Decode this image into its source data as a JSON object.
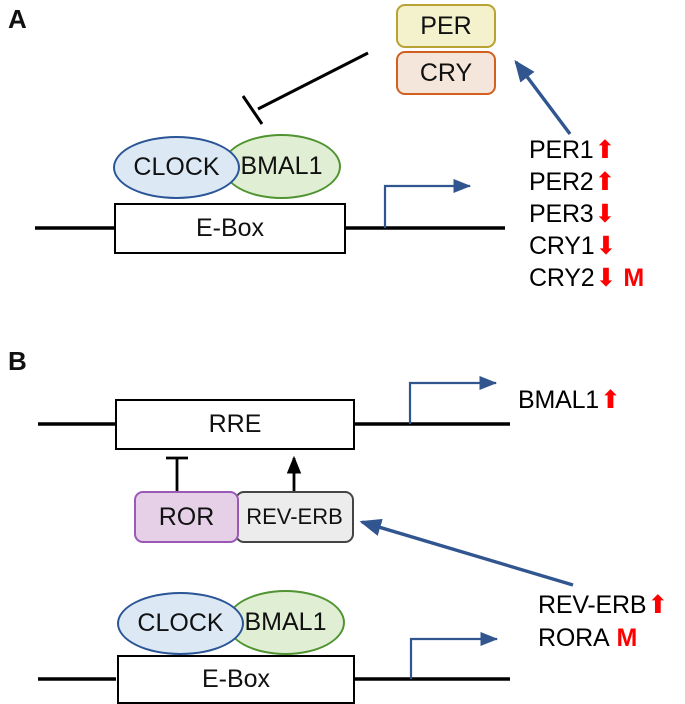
{
  "figure": {
    "type": "circadian-clock-feedback-loop-diagram",
    "panels": [
      {
        "id": "A",
        "label": "A",
        "complexes": [
          {
            "name": "PER",
            "shape": "rounded-rect",
            "fill": "#f4f2cd",
            "stroke": "#b8a233"
          },
          {
            "name": "CRY",
            "shape": "rounded-rect",
            "fill": "#f4e6da",
            "stroke": "#d4601f"
          },
          {
            "name": "CLOCK",
            "shape": "ellipse",
            "fill": "#dce9f5",
            "stroke": "#2a5596"
          },
          {
            "name": "BMAL1",
            "shape": "ellipse",
            "fill": "#e0efd4",
            "stroke": "#4f9430"
          }
        ],
        "dna_element": "E-Box",
        "genes": [
          {
            "name": "PER1",
            "direction": "up",
            "mutation": ""
          },
          {
            "name": "PER2",
            "direction": "up",
            "mutation": ""
          },
          {
            "name": "PER3",
            "direction": "down",
            "mutation": ""
          },
          {
            "name": "CRY1",
            "direction": "down",
            "mutation": ""
          },
          {
            "name": "CRY2",
            "direction": "down",
            "mutation": "M"
          }
        ],
        "edges": [
          {
            "from": "PER/CRY",
            "to": "CLOCK:BMAL1",
            "kind": "inhibition",
            "color": "#000000"
          },
          {
            "from": "genes",
            "to": "CRY",
            "kind": "activation",
            "color": "#31568f"
          }
        ]
      },
      {
        "id": "B",
        "label": "B",
        "complexes": [
          {
            "name": "ROR",
            "shape": "rounded-rect",
            "fill": "#e5d0e8",
            "stroke": "#9b59b6"
          },
          {
            "name": "REV-ERB",
            "shape": "rounded-rect",
            "fill": "#ececec",
            "stroke": "#444444"
          },
          {
            "name": "CLOCK",
            "shape": "ellipse",
            "fill": "#dce9f5",
            "stroke": "#2a5596"
          },
          {
            "name": "BMAL1",
            "shape": "ellipse",
            "fill": "#e0efd4",
            "stroke": "#4f9430"
          }
        ],
        "dna_elements": [
          "RRE",
          "E-Box"
        ],
        "genes": [
          {
            "name": "BMAL1",
            "direction": "up",
            "mutation": ""
          },
          {
            "name": "REV-ERB",
            "direction": "up",
            "mutation": ""
          },
          {
            "name": "RORA",
            "direction": "none",
            "mutation": "M"
          }
        ],
        "edges": [
          {
            "from": "ROR",
            "to": "RRE",
            "kind": "inhibition",
            "color": "#000000"
          },
          {
            "from": "REV-ERB",
            "to": "RRE",
            "kind": "activation",
            "color": "#000000"
          },
          {
            "from": "REV-ERB gene",
            "to": "REV-ERB protein",
            "kind": "activation",
            "color": "#31568f"
          }
        ]
      }
    ],
    "glyphs": {
      "up_arrow": "⬆",
      "down_arrow": "⬇",
      "mutation_marker": "M"
    },
    "colors": {
      "regulation_arrow": "#ff0000",
      "transcription_arrow": "#31568f",
      "dna_line": "#000000",
      "mutation": "#ff0000"
    }
  },
  "panelA": {
    "label": "A",
    "per_box": "PER",
    "cry_box": "CRY",
    "clock_oval": "CLOCK",
    "bmal1_oval": "BMAL1",
    "ebox": "E-Box",
    "genes": [
      {
        "name": "PER1",
        "arrow": "⬆",
        "mut": ""
      },
      {
        "name": "PER2",
        "arrow": "⬆",
        "mut": ""
      },
      {
        "name": "PER3",
        "arrow": "⬇",
        "mut": ""
      },
      {
        "name": "CRY1",
        "arrow": "⬇",
        "mut": ""
      },
      {
        "name": "CRY2",
        "arrow": "⬇",
        "mut": "M"
      }
    ]
  },
  "panelB": {
    "label": "B",
    "rre": "RRE",
    "ror_box": "ROR",
    "reverb_box": "REV-ERB",
    "clock_oval": "CLOCK",
    "bmal1_oval": "BMAL1",
    "ebox": "E-Box",
    "bmal1_gene": {
      "name": "BMAL1",
      "arrow": "⬆",
      "mut": ""
    },
    "reverb_gene": {
      "name": "REV-ERB",
      "arrow": "⬆",
      "mut": ""
    },
    "rora_gene": {
      "name": "RORA",
      "arrow": "",
      "mut": "M"
    }
  }
}
